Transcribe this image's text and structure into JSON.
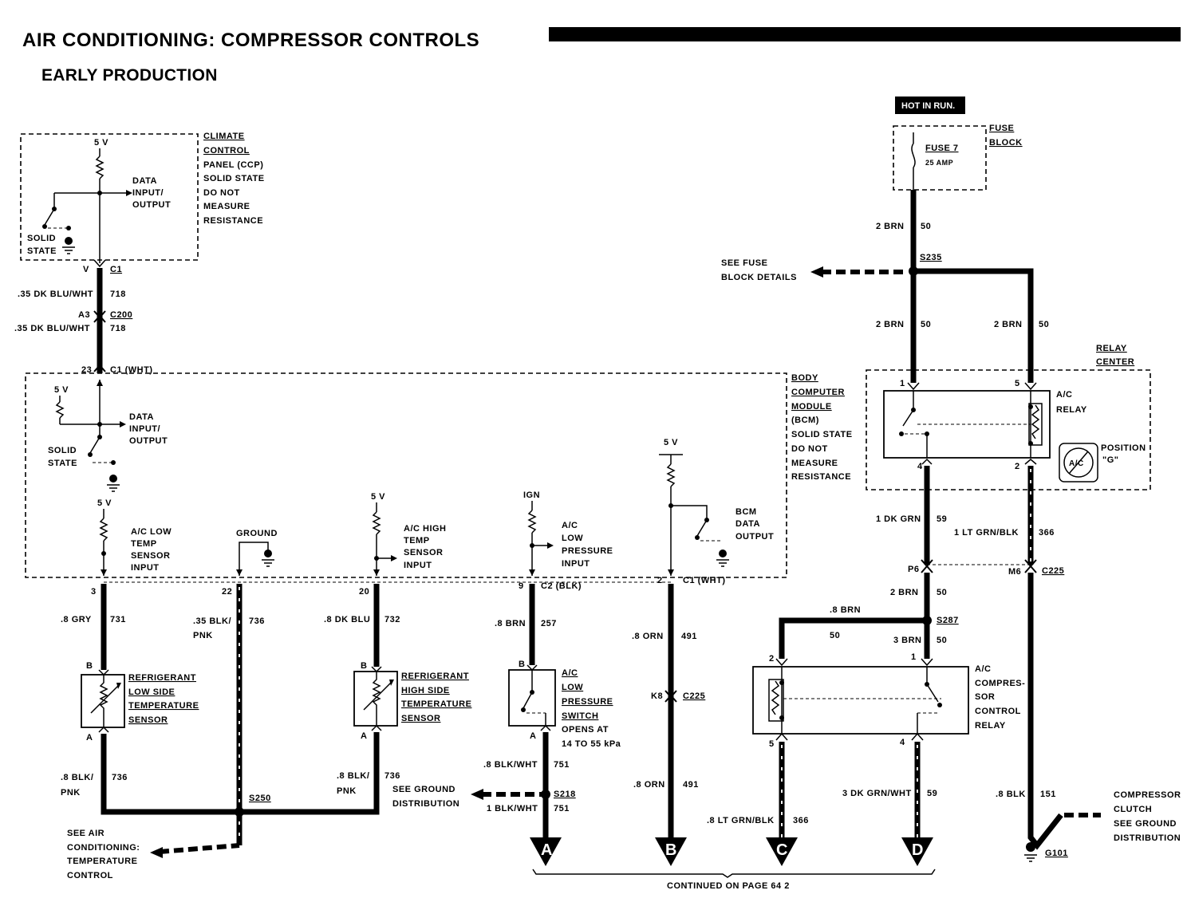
{
  "header": {
    "title": "AIR CONDITIONING: COMPRESSOR CONTROLS",
    "subtitle": "EARLY PRODUCTION"
  },
  "power": {
    "hot_label": "HOT IN RUN.",
    "fuse": "FUSE 7",
    "fuse_amp": "25 AMP",
    "fuse_block": [
      "FUSE",
      "BLOCK"
    ]
  },
  "ccp": {
    "v5": "5 V",
    "data_io": [
      "DATA",
      "INPUT/",
      "OUTPUT"
    ],
    "solid_state": [
      "SOLID",
      "STATE"
    ],
    "name": [
      "CLIMATE",
      "CONTROL",
      "PANEL (CCP)"
    ],
    "note": [
      "SOLID STATE",
      "DO NOT",
      "MEASURE",
      "RESISTANCE"
    ],
    "pin": "V",
    "conn": "C1"
  },
  "wires_top": {
    "w1_gauge": ".35 DK BLU/WHT",
    "w1_circuit": "718",
    "c200_pin": "A3",
    "c200": "C200",
    "w2_gauge": ".35 DK BLU/WHT",
    "w2_circuit": "718",
    "bcm_pin": "23",
    "bcm_conn": "C1 (WHT)"
  },
  "bcm": {
    "name": [
      "BODY",
      "COMPUTER",
      "MODULE"
    ],
    "note": [
      "(BCM)",
      "SOLID STATE",
      "DO NOT",
      "MEASURE",
      "RESISTANCE"
    ],
    "v5": "5 V",
    "data_io": [
      "DATA",
      "INPUT/",
      "OUTPUT"
    ],
    "solid_state": [
      "SOLID",
      "STATE"
    ],
    "ground": "GROUND",
    "ign": "IGN",
    "low_temp": [
      "A/C LOW",
      "TEMP",
      "SENSOR",
      "INPUT"
    ],
    "high_temp": [
      "A/C HIGH",
      "TEMP",
      "SENSOR",
      "INPUT"
    ],
    "low_press": [
      "A/C",
      "LOW",
      "PRESSURE",
      "INPUT"
    ],
    "bcm_out": [
      "BCM",
      "DATA",
      "OUTPUT"
    ],
    "pins": {
      "p3": "3",
      "p22": "22",
      "p20": "20",
      "p9": "9",
      "c2": "C2 (BLK)",
      "p2": "2",
      "c1": "C1 (WHT)"
    }
  },
  "circuits": {
    "gry": ".8 GRY",
    "gry_c": "731",
    "blkpnk1": [
      ".35 BLK/",
      "PNK"
    ],
    "blkpnk1_c": "736",
    "dkblu": ".8 DK BLU",
    "dkblu_c": "732",
    "brn8": ".8 BRN",
    "brn8_c": "257",
    "orn1": ".8 ORN",
    "orn1_c": "491",
    "k8": "K8",
    "c225a": "C225",
    "orn2": ".8 ORN",
    "orn2_c": "491",
    "blkpnk2": [
      ".8 BLK/",
      "PNK"
    ],
    "blkpnk2_c": "736",
    "blkpnk3": [
      ".8 BLK/",
      "PNK"
    ],
    "blkpnk3_c": "736",
    "s250": "S250",
    "see_ac": [
      "SEE AIR",
      "CONDITIONING:",
      "TEMPERATURE",
      "CONTROL"
    ],
    "see_gnd": [
      "SEE GROUND",
      "DISTRIBUTION"
    ],
    "blkwht1": ".8 BLK/WHT",
    "blkwht1_c": "751",
    "s218": "S218",
    "blkwht2": "1 BLK/WHT",
    "blkwht2_c": "751"
  },
  "sensors": {
    "low": [
      "REFRIGERANT",
      "LOW SIDE",
      "TEMPERATURE",
      "SENSOR"
    ],
    "high": [
      "REFRIGERANT",
      "HIGH SIDE",
      "TEMPERATURE",
      "SENSOR"
    ],
    "switch": [
      "A/C",
      "LOW",
      "PRESSURE",
      "SWITCH"
    ],
    "switch_note": [
      "OPENS AT",
      "14 TO 55 kPa"
    ],
    "pin_b": "B",
    "pin_a": "A"
  },
  "right": {
    "brn_top": "2 BRN",
    "brn_top_c": "50",
    "s235": "S235",
    "see_fuse": [
      "SEE FUSE",
      "BLOCK DETAILS"
    ],
    "brn_l": "2 BRN",
    "brn_l_c": "50",
    "brn_r": "2 BRN",
    "brn_r_c": "50",
    "relay_center": [
      "RELAY",
      "CENTER"
    ],
    "ac_relay": [
      "A/C",
      "RELAY"
    ],
    "position": [
      "POSITION",
      "\"G\""
    ],
    "ac_symbol": "A/C",
    "p1": "1",
    "p5": "5",
    "p4": "4",
    "p2": "2",
    "dkgrn": "1 DK GRN",
    "dkgrn_c": "59",
    "ltgrn": "1 LT GRN/BLK",
    "ltgrn_c": "366",
    "p6": "P6",
    "m6": "M6",
    "c225": "C225",
    "brn2": "2 BRN",
    "brn2_c": "50",
    "brn8b": ".8 BRN",
    "brn8b_c": "50",
    "s287": "S287",
    "brn3": "3 BRN",
    "brn3_c": "50",
    "cc_relay": [
      "A/C",
      "COMPRES-",
      "SOR",
      "CONTROL",
      "RELAY"
    ],
    "cp2": "2",
    "cp1": "1",
    "cp5": "5",
    "cp4": "4",
    "ltgrn8": ".8 LT GRN/BLK",
    "ltgrn8_c": "366",
    "dkgrnwht": "3 DK GRN/WHT",
    "dkgrnwht_c": "59",
    "blk8": ".8 BLK",
    "blk8_c": "151",
    "g101": "G101",
    "clutch": [
      "COMPRESSOR",
      "CLUTCH",
      "SEE GROUND",
      "DISTRIBUTION"
    ]
  },
  "connectors": {
    "a": "A",
    "b": "B",
    "c": "C",
    "d": "D",
    "continued": "CONTINUED ON PAGE 64 2"
  }
}
